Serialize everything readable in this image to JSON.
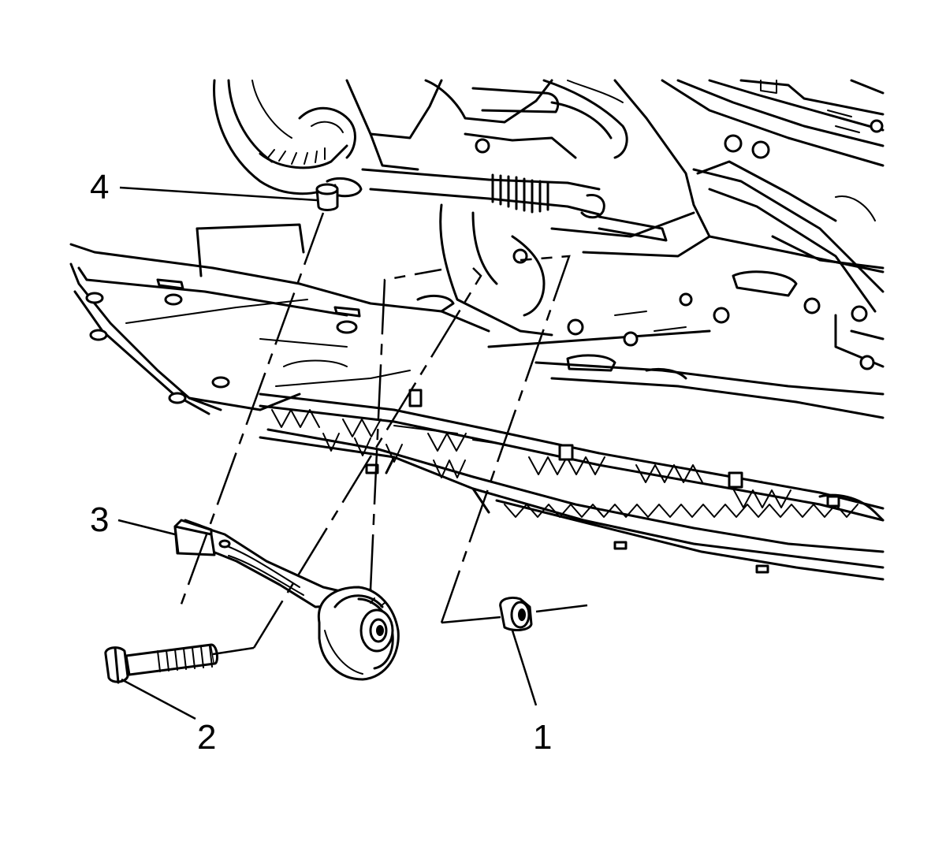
{
  "callouts": [
    {
      "id": "1",
      "text": "1",
      "part": "nut"
    },
    {
      "id": "2",
      "text": "2",
      "part": "bolt"
    },
    {
      "id": "3",
      "text": "3",
      "part": "stabilizer-link-bracket"
    },
    {
      "id": "4",
      "text": "4",
      "part": "mount-bushing"
    }
  ],
  "colors": {
    "line": "#000000",
    "background": "#ffffff"
  }
}
